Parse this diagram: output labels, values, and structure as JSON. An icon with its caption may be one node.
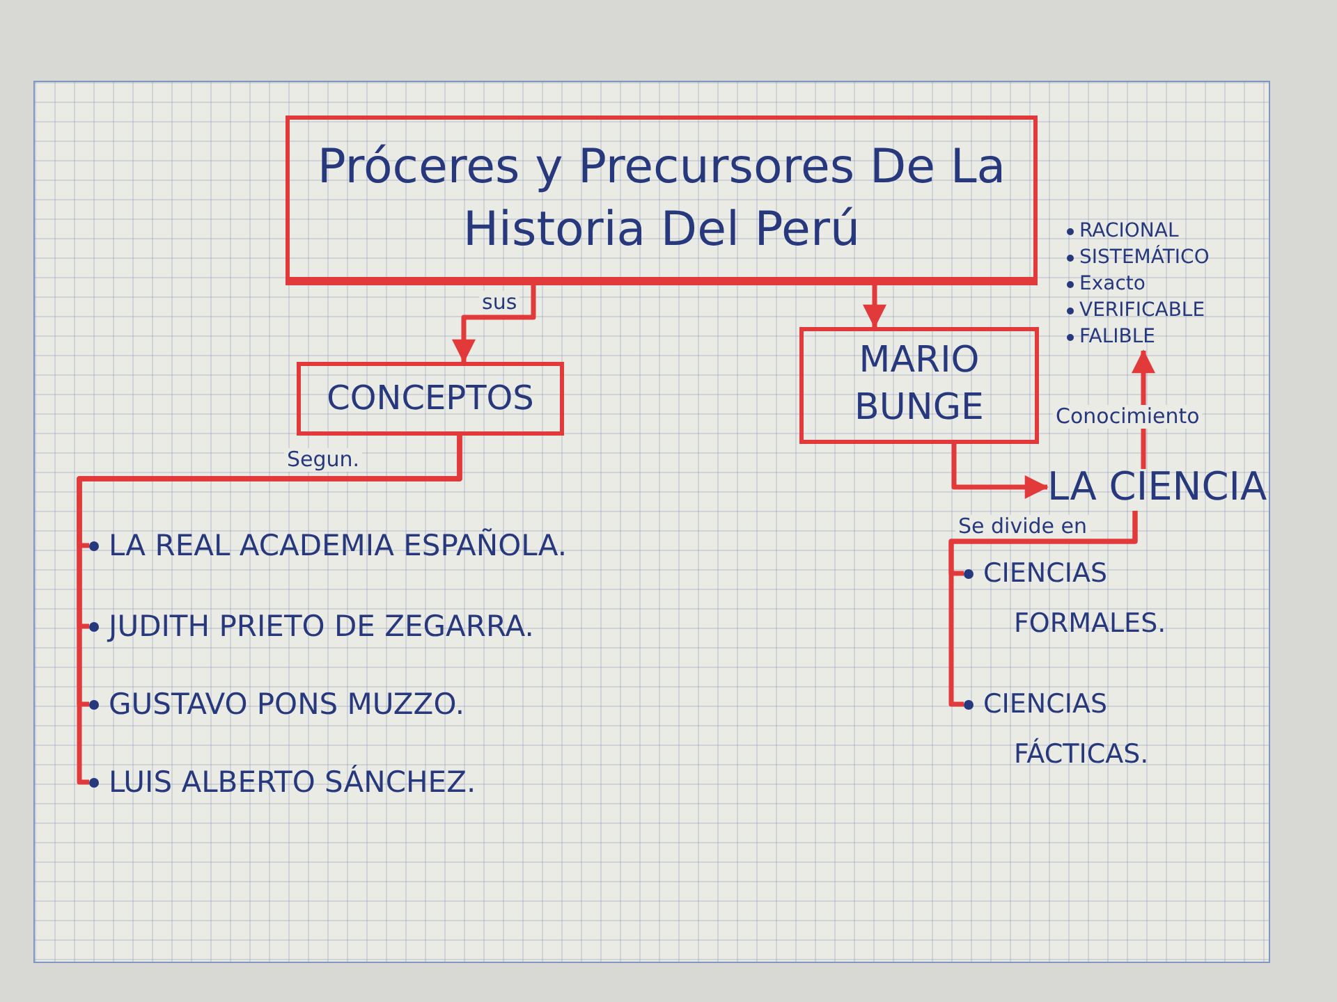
{
  "diagram": {
    "nodes": [
      {
        "text": [
          "Próceres y Precursores De La Historia Del Perú"
        ]
      },
      {
        "text": [
          "CONCEPTOS"
        ]
      },
      {
        "text": [
          "MARIO BUNGE"
        ]
      },
      {
        "text": [
          "RACIONAL",
          "SISTEMÁTICO",
          "Exacto",
          "VERIFICABLE",
          "FALIBLE"
        ]
      },
      {
        "text": [
          "LA CIENCIA"
        ]
      },
      {
        "text": [
          "LA REAL ACADEMIA ESPAÑOLA."
        ]
      },
      {
        "text": [
          "JUDITH PRIETO DE ZEGARRA."
        ]
      },
      {
        "text": [
          "GUSTAVO PONS MUZZO."
        ]
      },
      {
        "text": [
          "LUIS ALBERTO SÁNCHEZ."
        ]
      },
      {
        "text": [
          "CIENCIAS FORMALES."
        ]
      },
      {
        "text": [
          "CIENCIAS FÁCTICAS."
        ]
      }
    ],
    "edges": [
      {
        "from": 0,
        "to": 1,
        "arrow": "to",
        "label": "sus"
      },
      {
        "from": 0,
        "to": 2,
        "arrow": "to"
      },
      {
        "from": 2,
        "to": 4,
        "arrow": "to"
      },
      {
        "from": 4,
        "to": 3,
        "arrow": "to",
        "label": "Conocimiento"
      },
      {
        "from": 1,
        "to": 5,
        "arrow": "none",
        "label": "Segun."
      },
      {
        "from": 1,
        "to": 6,
        "arrow": "none"
      },
      {
        "from": 1,
        "to": 7,
        "arrow": "none"
      },
      {
        "from": 1,
        "to": 8,
        "arrow": "none"
      },
      {
        "from": 4,
        "to": 9,
        "arrow": "none",
        "label": "Se divide en"
      },
      {
        "from": 4,
        "to": 10,
        "arrow": "none"
      }
    ]
  }
}
